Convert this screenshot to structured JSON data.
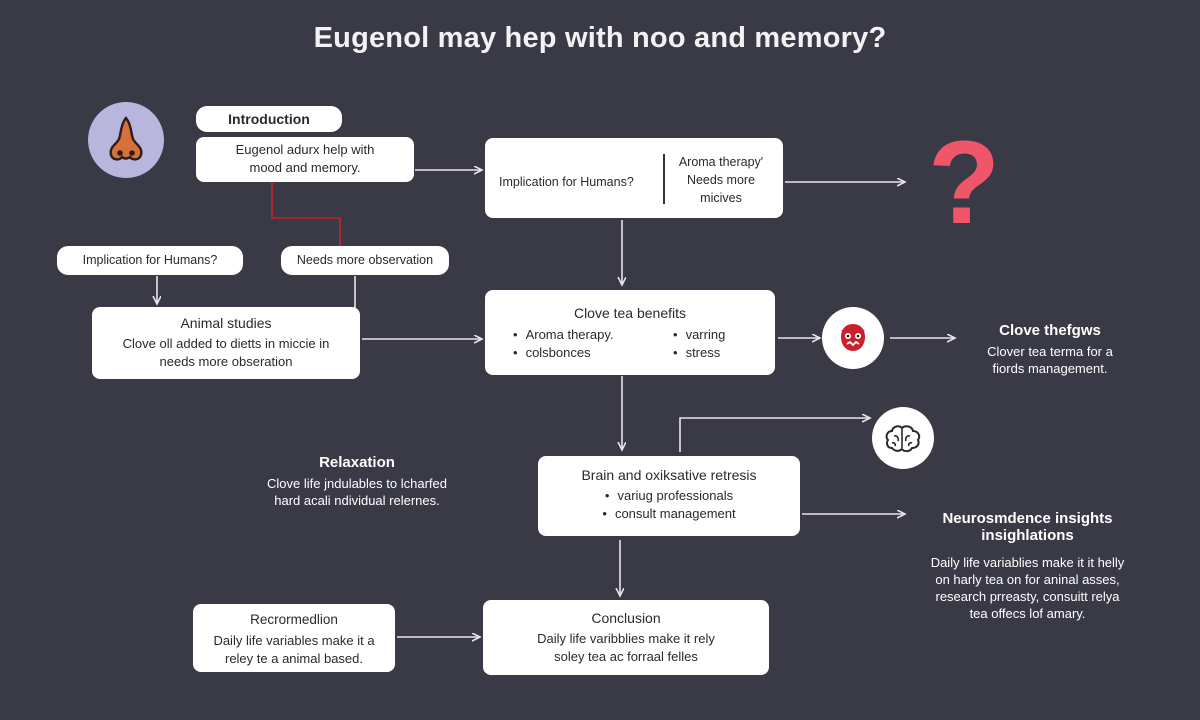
{
  "title": "Eugenol may hep with noo and memory?",
  "colors": {
    "background": "#3a3a47",
    "box": "#ffffff",
    "connector": "#e6e6ea",
    "accent_red": "#c8232d",
    "question": "#f0566a",
    "avatar": "#b9b6de"
  },
  "icons": {
    "nose": "nose-icon",
    "question": "question-mark-icon",
    "face": "red-face-icon",
    "brain": "brain-icon"
  },
  "intro": {
    "label": "Introduction",
    "lines": [
      "Eugenol adurx help with",
      "mood and memory."
    ]
  },
  "implication_box": {
    "left": "Implication for Humans?",
    "right": [
      "Aroma therapy'",
      "Needs more",
      "micives"
    ]
  },
  "question_mark": "?",
  "pills": {
    "implication": "Implication for Humans?",
    "needs_more": "Needs more observation"
  },
  "animal": {
    "label": "Animal studies",
    "lines": [
      "Clove oll added to dietts in miccie in",
      "needs more obseration"
    ]
  },
  "clove_tea": {
    "label": "Clove tea benefits",
    "left_items": [
      "Aroma therapy.",
      "colsbonces"
    ],
    "right_items": [
      "varring",
      "stress"
    ]
  },
  "clove_side": {
    "label": "Clove thefgws",
    "lines": [
      "Clover tea terma for a",
      "fiords management."
    ]
  },
  "relaxation": {
    "label": "Relaxation",
    "lines": [
      "Clove life jndulables to lcharfed",
      "hard acali ndividual relernes."
    ]
  },
  "brain_box": {
    "label": "Brain  and oxiksative retresis",
    "items": [
      "variug professionals",
      "consult management"
    ]
  },
  "neuro": {
    "label_lines": [
      "Neurosmdence insights",
      "insighlations"
    ],
    "lines": [
      "Daily life variablies make it it helly",
      "on harly tea on for aninal asses,",
      "research prreasty, consuitt relya",
      "tea offecs lof amary."
    ]
  },
  "recommendation": {
    "label": "Recrormedlion",
    "lines": [
      "Daily life variables make it a",
      "reley te a animal based."
    ]
  },
  "conclusion": {
    "label": "Conclusion",
    "lines": [
      "Daily life varibblies make it rely",
      "soley tea ac forraal felles"
    ]
  }
}
